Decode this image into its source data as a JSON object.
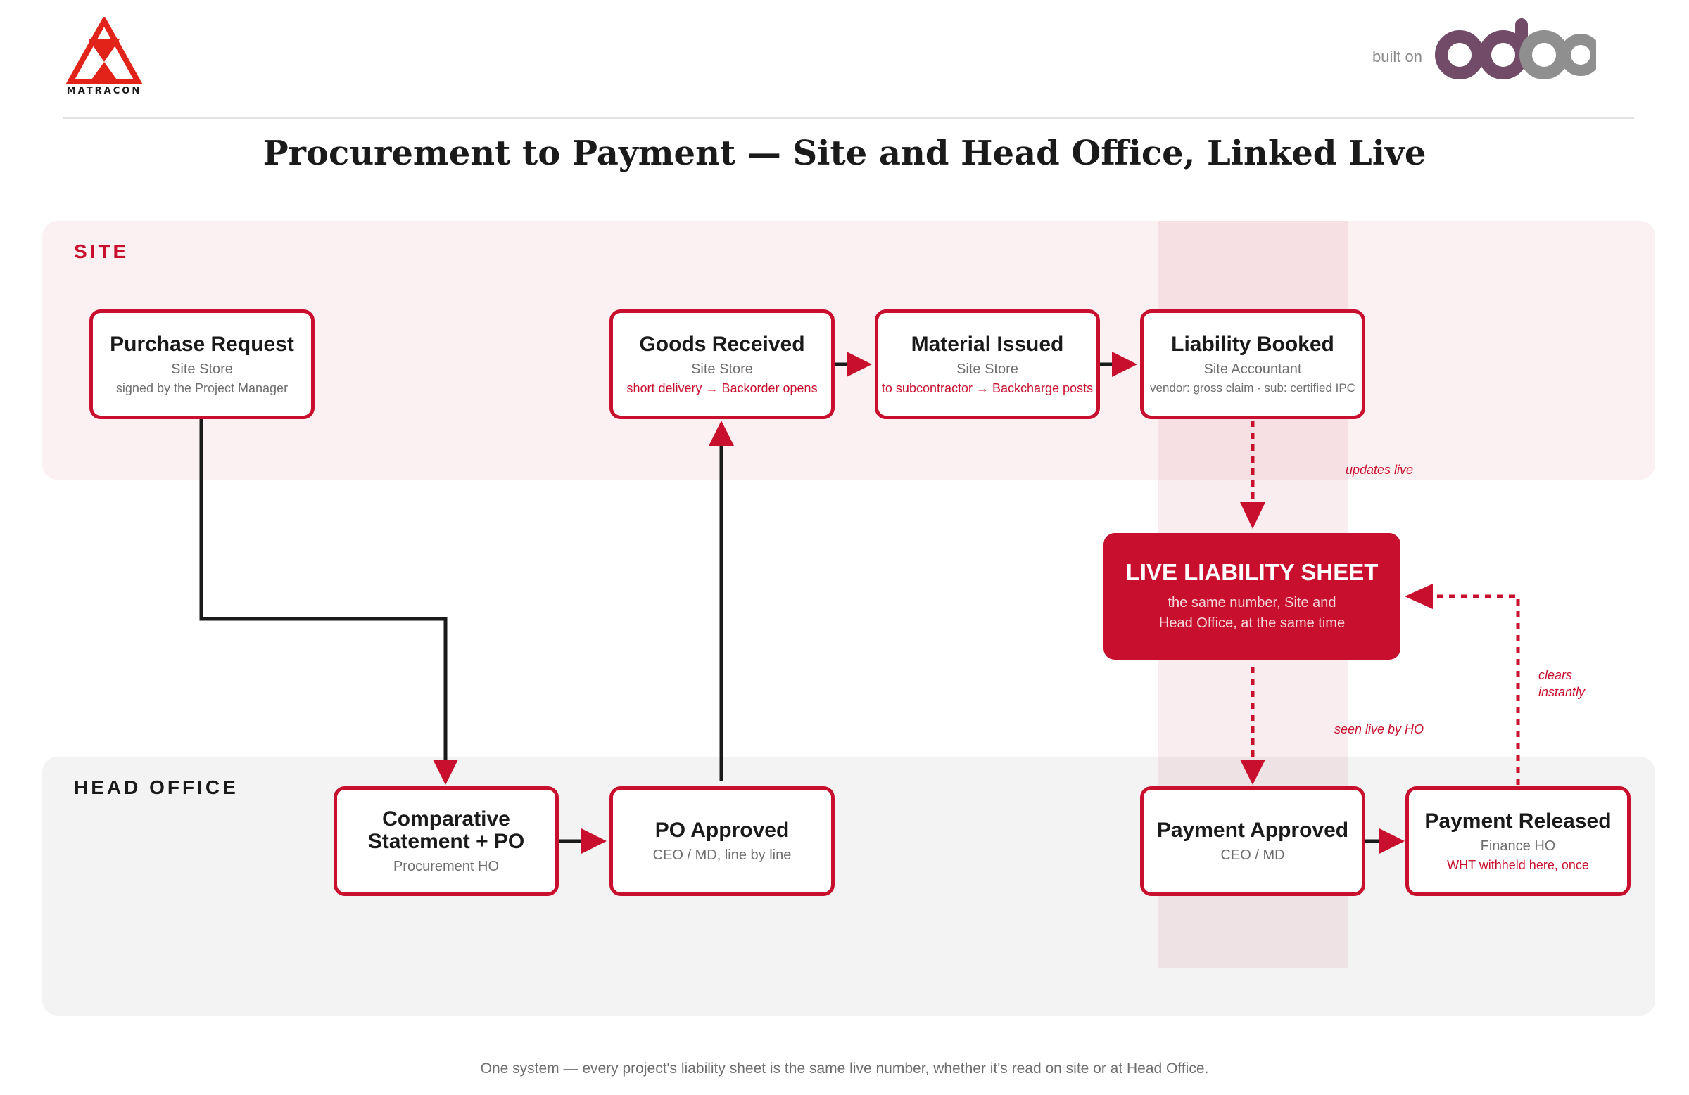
{
  "header": {
    "logo_text": "MATRACON",
    "built_on": "built on",
    "odoo_wordmark": "odoo"
  },
  "title": "Procurement to Payment — Site and Head Office, Linked Live",
  "lanes": {
    "site": "SITE",
    "head_office": "HEAD OFFICE"
  },
  "steps": {
    "purchase_request": {
      "title": "Purchase Request",
      "owner": "Site Store",
      "note": "signed by the Project Manager"
    },
    "goods_received": {
      "title": "Goods Received",
      "owner": "Site Store",
      "note": "short delivery → Backorder opens"
    },
    "material_issued": {
      "title": "Material Issued",
      "owner": "Site Store",
      "note": "to subcontractor → Backcharge posts"
    },
    "liability_booked": {
      "title": "Liability Booked",
      "owner": "Site Accountant",
      "note": "vendor: gross claim · sub: certified IPC"
    },
    "comparative": {
      "title_line1": "Comparative",
      "title_line2": "Statement + PO",
      "owner": "Procurement HO"
    },
    "po_approved": {
      "title": "PO Approved",
      "owner": "CEO / MD, line by line"
    },
    "payment_approved": {
      "title": "Payment Approved",
      "owner": "CEO / MD"
    },
    "payment_released": {
      "title": "Payment Released",
      "owner": "Finance HO",
      "note": "WHT withheld here, once"
    }
  },
  "live_sheet": {
    "title": "LIVE LIABILITY SHEET",
    "line1": "the same number, Site and",
    "line2": "Head Office, at the same time"
  },
  "annotations": {
    "updates_live": "updates live",
    "seen_live": "seen live by HO",
    "clears_line1": "clears",
    "clears_line2": "instantly"
  },
  "footer": "One system — every project's liability sheet is the same live number, whether it's read on site or at Head Office.",
  "colors": {
    "accent": "#c8102e",
    "site_band": "#fcf1f2",
    "ho_band": "#f3f3f3",
    "odoo_purple": "#714b67",
    "odoo_gray": "#8f8f8f"
  }
}
